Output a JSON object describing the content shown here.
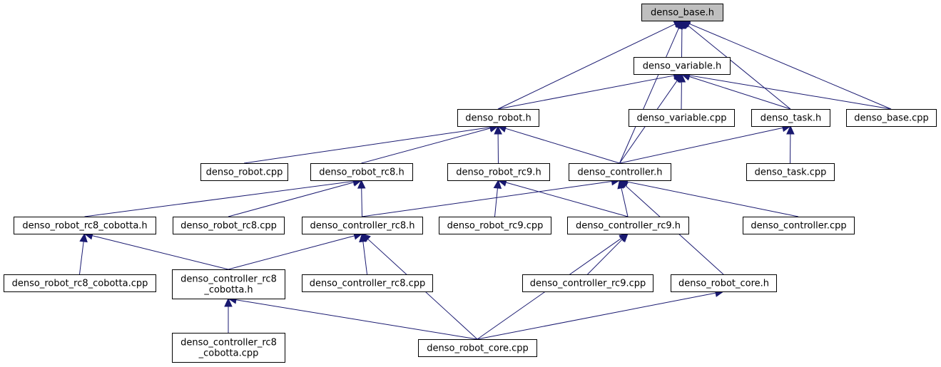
{
  "diagram": {
    "type": "include-dependency-graph",
    "colors": {
      "edge": "#191970",
      "root_fill": "#bfbfbf",
      "node_fill": "#ffffff",
      "border": "#000000"
    },
    "nodes": [
      {
        "id": "denso_base_h",
        "label": [
          "denso_base.h"
        ],
        "root": true
      },
      {
        "id": "denso_variable_h",
        "label": [
          "denso_variable.h"
        ]
      },
      {
        "id": "denso_robot_h",
        "label": [
          "denso_robot.h"
        ]
      },
      {
        "id": "denso_variable_cpp",
        "label": [
          "denso_variable.cpp"
        ]
      },
      {
        "id": "denso_task_h",
        "label": [
          "denso_task.h"
        ]
      },
      {
        "id": "denso_base_cpp",
        "label": [
          "denso_base.cpp"
        ]
      },
      {
        "id": "denso_robot_cpp",
        "label": [
          "denso_robot.cpp"
        ]
      },
      {
        "id": "denso_robot_rc8_h",
        "label": [
          "denso_robot_rc8.h"
        ]
      },
      {
        "id": "denso_robot_rc9_h",
        "label": [
          "denso_robot_rc9.h"
        ]
      },
      {
        "id": "denso_controller_h",
        "label": [
          "denso_controller.h"
        ]
      },
      {
        "id": "denso_task_cpp",
        "label": [
          "denso_task.cpp"
        ]
      },
      {
        "id": "denso_robot_rc8_cobotta_h",
        "label": [
          "denso_robot_rc8_cobotta.h"
        ]
      },
      {
        "id": "denso_robot_rc8_cpp",
        "label": [
          "denso_robot_rc8.cpp"
        ]
      },
      {
        "id": "denso_controller_rc8_h",
        "label": [
          "denso_controller_rc8.h"
        ]
      },
      {
        "id": "denso_robot_rc9_cpp",
        "label": [
          "denso_robot_rc9.cpp"
        ]
      },
      {
        "id": "denso_controller_rc9_h",
        "label": [
          "denso_controller_rc9.h"
        ]
      },
      {
        "id": "denso_controller_cpp",
        "label": [
          "denso_controller.cpp"
        ]
      },
      {
        "id": "denso_robot_rc8_cobotta_cpp",
        "label": [
          "denso_robot_rc8_cobotta.cpp"
        ]
      },
      {
        "id": "denso_controller_rc8_cobotta_h",
        "label": [
          "denso_controller_rc8",
          "_cobotta.h"
        ]
      },
      {
        "id": "denso_controller_rc8_cpp",
        "label": [
          "denso_controller_rc8.cpp"
        ]
      },
      {
        "id": "denso_controller_rc9_cpp",
        "label": [
          "denso_controller_rc9.cpp"
        ]
      },
      {
        "id": "denso_robot_core_h",
        "label": [
          "denso_robot_core.h"
        ]
      },
      {
        "id": "denso_controller_rc8_cobotta_cpp",
        "label": [
          "denso_controller_rc8",
          "_cobotta.cpp"
        ]
      },
      {
        "id": "denso_robot_core_cpp",
        "label": [
          "denso_robot_core.cpp"
        ]
      }
    ],
    "edges": [
      {
        "from": "denso_variable_h",
        "to": "denso_base_h"
      },
      {
        "from": "denso_robot_h",
        "to": "denso_base_h"
      },
      {
        "from": "denso_controller_h",
        "to": "denso_base_h"
      },
      {
        "from": "denso_task_h",
        "to": "denso_base_h"
      },
      {
        "from": "denso_base_cpp",
        "to": "denso_base_h"
      },
      {
        "from": "denso_robot_h",
        "to": "denso_variable_h"
      },
      {
        "from": "denso_controller_h",
        "to": "denso_variable_h"
      },
      {
        "from": "denso_variable_cpp",
        "to": "denso_variable_h"
      },
      {
        "from": "denso_task_h",
        "to": "denso_variable_h"
      },
      {
        "from": "denso_base_cpp",
        "to": "denso_variable_h"
      },
      {
        "from": "denso_robot_cpp",
        "to": "denso_robot_h"
      },
      {
        "from": "denso_robot_rc8_h",
        "to": "denso_robot_h"
      },
      {
        "from": "denso_robot_rc9_h",
        "to": "denso_robot_h"
      },
      {
        "from": "denso_controller_h",
        "to": "denso_robot_h"
      },
      {
        "from": "denso_controller_h",
        "to": "denso_task_h"
      },
      {
        "from": "denso_task_cpp",
        "to": "denso_task_h"
      },
      {
        "from": "denso_robot_rc8_cobotta_h",
        "to": "denso_robot_rc8_h"
      },
      {
        "from": "denso_robot_rc8_cpp",
        "to": "denso_robot_rc8_h"
      },
      {
        "from": "denso_controller_rc8_h",
        "to": "denso_robot_rc8_h"
      },
      {
        "from": "denso_robot_rc9_cpp",
        "to": "denso_robot_rc9_h"
      },
      {
        "from": "denso_controller_rc9_h",
        "to": "denso_robot_rc9_h"
      },
      {
        "from": "denso_controller_rc8_h",
        "to": "denso_controller_h"
      },
      {
        "from": "denso_controller_rc9_h",
        "to": "denso_controller_h"
      },
      {
        "from": "denso_controller_cpp",
        "to": "denso_controller_h"
      },
      {
        "from": "denso_robot_core_h",
        "to": "denso_controller_h"
      },
      {
        "from": "denso_robot_rc8_cobotta_cpp",
        "to": "denso_robot_rc8_cobotta_h"
      },
      {
        "from": "denso_controller_rc8_cobotta_h",
        "to": "denso_robot_rc8_cobotta_h"
      },
      {
        "from": "denso_controller_rc8_cobotta_h",
        "to": "denso_controller_rc8_h"
      },
      {
        "from": "denso_controller_rc8_cpp",
        "to": "denso_controller_rc8_h"
      },
      {
        "from": "denso_robot_core_cpp",
        "to": "denso_controller_rc8_h"
      },
      {
        "from": "denso_robot_core_cpp",
        "to": "denso_controller_rc9_h"
      },
      {
        "from": "denso_controller_rc9_cpp",
        "to": "denso_controller_rc9_h"
      },
      {
        "from": "denso_controller_rc8_cobotta_cpp",
        "to": "denso_controller_rc8_cobotta_h"
      },
      {
        "from": "denso_robot_core_cpp",
        "to": "denso_controller_rc8_cobotta_h"
      },
      {
        "from": "denso_robot_core_cpp",
        "to": "denso_robot_core_h"
      }
    ]
  }
}
